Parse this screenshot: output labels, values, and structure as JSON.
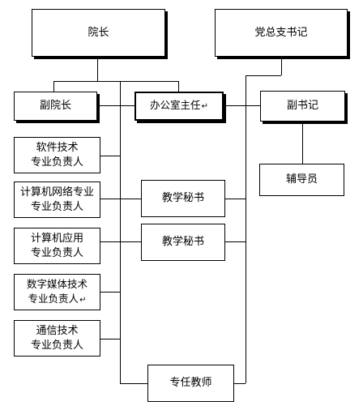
{
  "nodes": {
    "dean": "院长",
    "party_secretary": "党总支书记",
    "vice_dean": "副院长",
    "office_director": "办公室主任",
    "deputy_secretary": "副书记",
    "counselor": "辅导员",
    "software_tech": [
      "软件技术",
      "专业负责人"
    ],
    "network": [
      "计算机网络专业",
      "专业负责人"
    ],
    "application": [
      "计算机应用",
      "专业负责人"
    ],
    "digital_media": [
      "数字媒体技术",
      "专业负责人"
    ],
    "communication": [
      "通信技术",
      "专业负责人"
    ],
    "teaching_secretary_1": "教学秘书",
    "teaching_secretary_2": "教学秘书",
    "full_time_teachers": "专任教师"
  },
  "paragraph_mark": "↵"
}
